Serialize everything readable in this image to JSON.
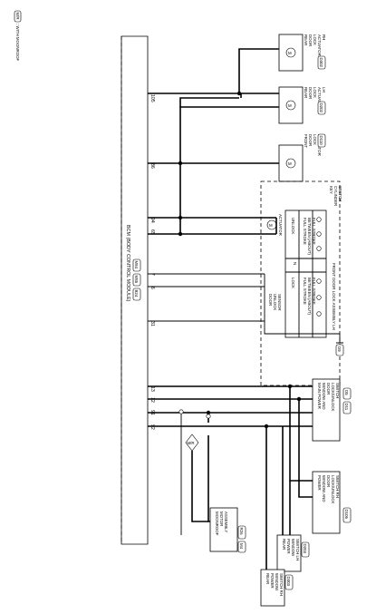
{
  "legend": {
    "badge": "M/R",
    "text": ": WITH MOONROOF"
  },
  "bcm": {
    "title": "BCM (BODY CONTROL MODULE)",
    "connectors": [
      "M84",
      "M85",
      "B24"
    ],
    "pins": [
      "105",
      "86",
      "94",
      "65",
      "7",
      "6",
      "31",
      "13",
      "12",
      "91",
      "92"
    ]
  },
  "components": {
    "rear_rh": {
      "lines": [
        "REAR",
        "DOOR",
        "LOCK",
        "ACTUATOR",
        "RH"
      ],
      "conn": "D302"
    },
    "rear_lh": {
      "lines": [
        "REAR",
        "DOOR",
        "LOCK",
        "ACTUATOR",
        "LH"
      ],
      "conn": "D202"
    },
    "front_rh": {
      "lines": [
        "FRONT",
        "DOOR",
        "LOCK",
        "ACTUATOR",
        "RH"
      ],
      "conn": "D110"
    },
    "key_cyl": {
      "lines": [
        "KEY",
        "CYLINDER",
        "SWITCH"
      ]
    },
    "front_lh": {
      "label": "FRONT DOOR LOCK ASSEMBLY LH",
      "conn": "D9",
      "actuator": "ACTUATOR",
      "unlock": "UNLOCK",
      "lock": "LOCK",
      "n": "N",
      "stroke_left": [
        "FULL STROKE",
        "BETWEEN (ABOUT)",
        "FULL STROKE"
      ],
      "stroke_right": [
        "FULL STROKE",
        "BETWEEN (ABOUT)",
        "FULL STROKE"
      ],
      "sensor": [
        "DOOR",
        "UNLOCK",
        "SENSOR"
      ]
    },
    "main_sw": {
      "lines": [
        "MAIN POWER",
        "WINDOW AND",
        "DOOR",
        "LOCK/UNLOCK",
        "SWITCH"
      ],
      "conns": [
        "D5",
        "D11"
      ]
    },
    "pw_rh": {
      "lines": [
        "POWER",
        "WINDOW AND",
        "DOOR",
        "LOCK/UNLOCK",
        "SWITCH RH"
      ],
      "conn": "D106"
    },
    "moonroof": {
      "lines": [
        "MOONROOF",
        "MOTOR",
        "ASSEMBLY"
      ],
      "conns": [
        "R26",
        "M4"
      ]
    },
    "rear_pw_lh": {
      "lines": [
        "REAR",
        "POWER",
        "WINDOW",
        "SWITCH LH"
      ],
      "conn": "D203"
    },
    "rear_pw_rh": {
      "lines": [
        "REAR",
        "POWER",
        "WINDOW",
        "SWITCH RH"
      ],
      "conn": "D303"
    }
  }
}
